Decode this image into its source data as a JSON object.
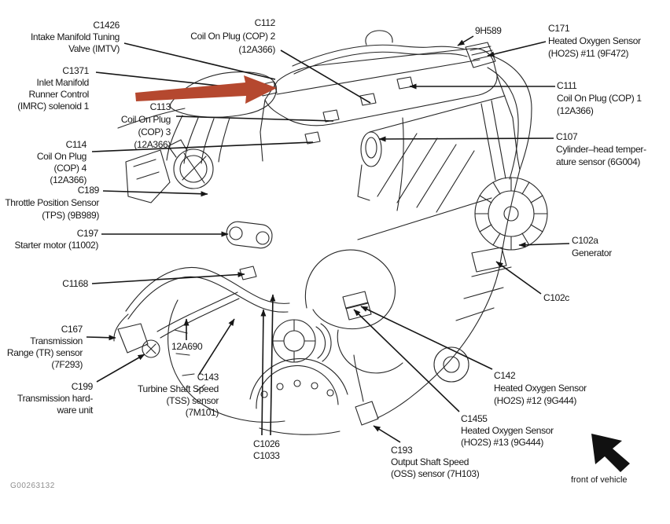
{
  "figure": {
    "drawing_number": "G00263132",
    "front_of_vehicle": "front of vehicle"
  },
  "colors": {
    "highlight_arrow": "#b5482f",
    "ink": "#1a1a1a"
  },
  "labels": {
    "c1426": {
      "lines": [
        "C1426",
        "Intake Manifold Tuning",
        "Valve (IMTV)"
      ]
    },
    "c112": {
      "lines": [
        "C112",
        "Coil On Plug (COP) 2",
        "(12A366)"
      ]
    },
    "h9589": {
      "lines": [
        "9H589"
      ]
    },
    "c171": {
      "lines": [
        "C171",
        "Heated Oxygen Sensor",
        "(HO2S) #11 (9F472)"
      ]
    },
    "c1371": {
      "lines": [
        "C1371",
        "Inlet Manifold",
        "Runner Control",
        "(IMRC) solenoid 1"
      ]
    },
    "c111": {
      "lines": [
        "C111",
        "Coil On Plug (COP) 1",
        "(12A366)"
      ]
    },
    "c113": {
      "lines": [
        "C113",
        "Coil On Plug",
        "(COP) 3",
        "(12A366)"
      ]
    },
    "c107": {
      "lines": [
        "C107",
        "Cylinder–head temper-",
        "ature sensor (6G004)"
      ]
    },
    "c114": {
      "lines": [
        "C114",
        "Coil On Plug",
        "(COP) 4",
        "(12A366)"
      ]
    },
    "c189": {
      "lines": [
        "C189",
        "Throttle Position Sensor",
        "(TPS) (9B989)"
      ]
    },
    "c197": {
      "lines": [
        "C197",
        "Starter motor (11002)"
      ]
    },
    "c102a": {
      "lines": [
        "C102a",
        "Generator"
      ]
    },
    "c1168": {
      "lines": [
        "C1168"
      ]
    },
    "c102c": {
      "lines": [
        "C102c"
      ]
    },
    "c167": {
      "lines": [
        "C167",
        "Transmission",
        "Range (TR) sensor",
        "(7F293)"
      ]
    },
    "h12a690": {
      "lines": [
        "12A690"
      ]
    },
    "c199": {
      "lines": [
        "C199",
        "Transmission hard-",
        "ware unit"
      ]
    },
    "c143": {
      "lines": [
        "C143",
        "Turbine Shaft Speed",
        "(TSS) sensor",
        "(7M101)"
      ]
    },
    "c142": {
      "lines": [
        "C142",
        "Heated Oxygen Sensor",
        "(HO2S) #12 (9G444)"
      ]
    },
    "c1455": {
      "lines": [
        "C1455",
        "Heated Oxygen Sensor",
        "(HO2S) #13 (9G444)"
      ]
    },
    "c1026": {
      "lines": [
        "C1026",
        "C1033"
      ]
    },
    "c193": {
      "lines": [
        "C193",
        "Output Shaft Speed",
        "(OSS) sensor (7H103)"
      ]
    }
  }
}
